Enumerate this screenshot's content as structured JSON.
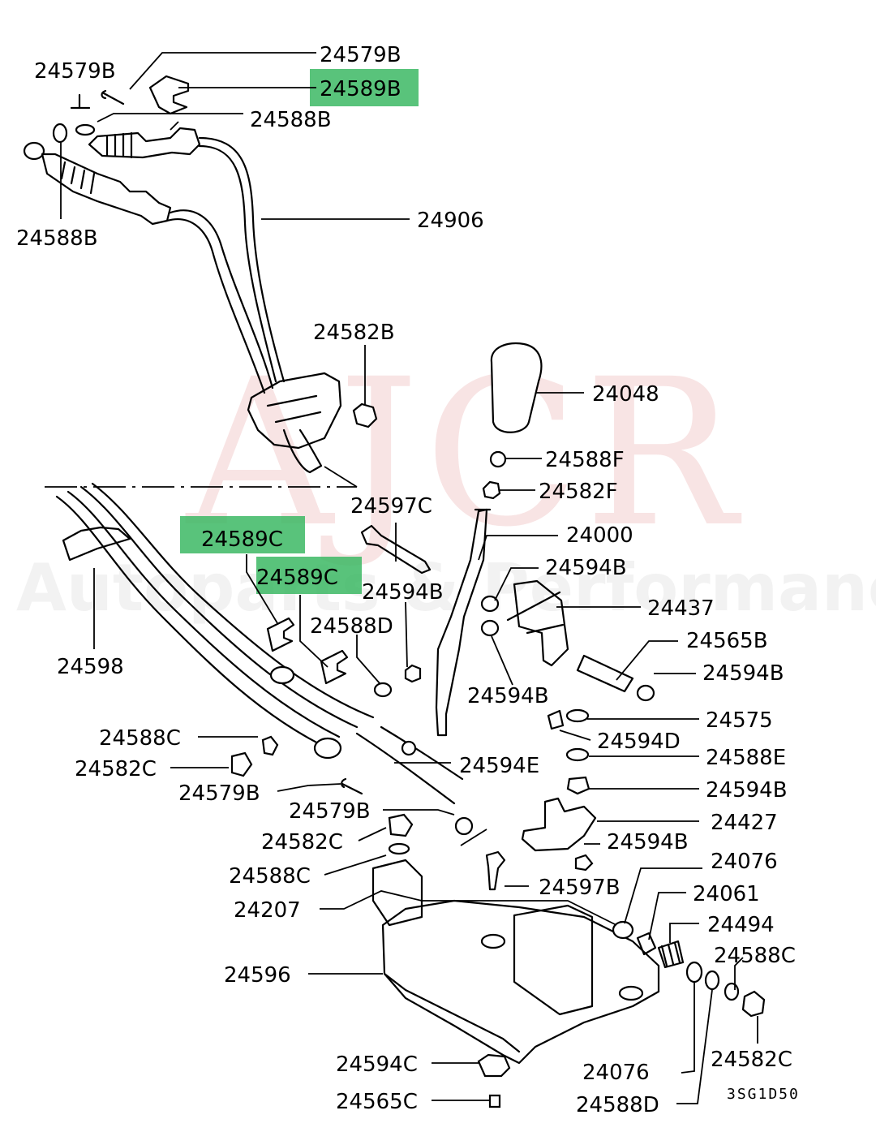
{
  "watermark": {
    "brand": "AJCR",
    "tagline": "Autoparts & Performance"
  },
  "diagram_ref": "3SG1D50",
  "highlight_color": "#3cb964",
  "labels": [
    {
      "id": "l01",
      "text": "24579B"
    },
    {
      "id": "l02",
      "text": "24579B"
    },
    {
      "id": "l03",
      "text": "24589B",
      "highlighted": true
    },
    {
      "id": "l04",
      "text": "24588B"
    },
    {
      "id": "l05",
      "text": "24588B"
    },
    {
      "id": "l06",
      "text": "24906"
    },
    {
      "id": "l07",
      "text": "24582B"
    },
    {
      "id": "l08",
      "text": "24048"
    },
    {
      "id": "l09",
      "text": "24588F"
    },
    {
      "id": "l10",
      "text": "24582F"
    },
    {
      "id": "l11",
      "text": "24597C"
    },
    {
      "id": "l12",
      "text": "24000"
    },
    {
      "id": "l13",
      "text": "24589C",
      "highlighted": true
    },
    {
      "id": "l14",
      "text": "24589C",
      "highlighted": true
    },
    {
      "id": "l15",
      "text": "24594B"
    },
    {
      "id": "l16",
      "text": "24594B"
    },
    {
      "id": "l17",
      "text": "24437"
    },
    {
      "id": "l18",
      "text": "24588D"
    },
    {
      "id": "l19",
      "text": "24565B"
    },
    {
      "id": "l20",
      "text": "24598"
    },
    {
      "id": "l21",
      "text": "24594B"
    },
    {
      "id": "l22",
      "text": "24594B"
    },
    {
      "id": "l23",
      "text": "24575"
    },
    {
      "id": "l24",
      "text": "24588C"
    },
    {
      "id": "l25",
      "text": "24594D"
    },
    {
      "id": "l26",
      "text": "24582C"
    },
    {
      "id": "l27",
      "text": "24594E"
    },
    {
      "id": "l28",
      "text": "24588E"
    },
    {
      "id": "l29",
      "text": "24579B"
    },
    {
      "id": "l30",
      "text": "24594B"
    },
    {
      "id": "l31",
      "text": "24579B"
    },
    {
      "id": "l32",
      "text": "24427"
    },
    {
      "id": "l33",
      "text": "24582C"
    },
    {
      "id": "l34",
      "text": "24594B"
    },
    {
      "id": "l35",
      "text": "24588C"
    },
    {
      "id": "l36",
      "text": "24076"
    },
    {
      "id": "l37",
      "text": "24597B"
    },
    {
      "id": "l38",
      "text": "24061"
    },
    {
      "id": "l39",
      "text": "24207"
    },
    {
      "id": "l40",
      "text": "24494"
    },
    {
      "id": "l41",
      "text": "24588C"
    },
    {
      "id": "l42",
      "text": "24596"
    },
    {
      "id": "l43",
      "text": "24582C"
    },
    {
      "id": "l44",
      "text": "24594C"
    },
    {
      "id": "l45",
      "text": "24076"
    },
    {
      "id": "l46",
      "text": "24565C"
    },
    {
      "id": "l47",
      "text": "24588D"
    }
  ]
}
